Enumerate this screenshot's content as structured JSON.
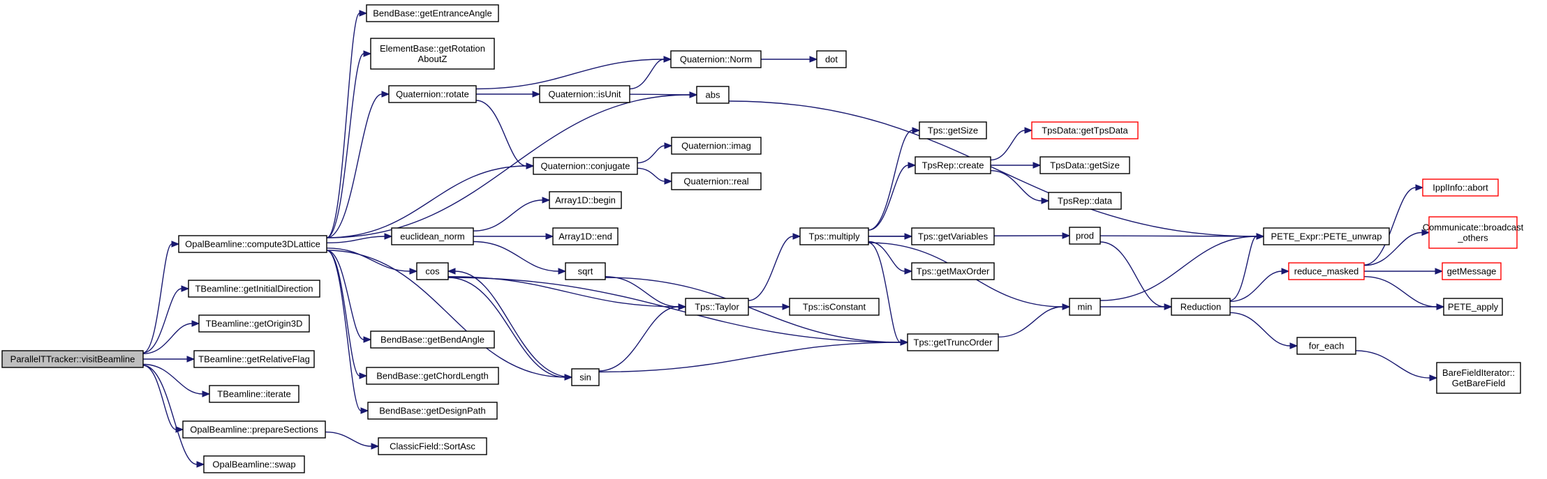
{
  "nodes": [
    {
      "id": "root",
      "lines": [
        "ParallelTTracker::visitBeamline"
      ],
      "root": true
    },
    {
      "id": "compute3d",
      "lines": [
        "OpalBeamline::compute3DLattice"
      ]
    },
    {
      "id": "getInitDir",
      "lines": [
        "TBeamline::getInitialDirection"
      ]
    },
    {
      "id": "getOrigin",
      "lines": [
        "TBeamline::getOrigin3D"
      ]
    },
    {
      "id": "getRelFlag",
      "lines": [
        "TBeamline::getRelativeFlag"
      ]
    },
    {
      "id": "iterate",
      "lines": [
        "TBeamline::iterate"
      ]
    },
    {
      "id": "prepSec",
      "lines": [
        "OpalBeamline::prepareSections"
      ]
    },
    {
      "id": "swap",
      "lines": [
        "OpalBeamline::swap"
      ]
    },
    {
      "id": "getEntrance",
      "lines": [
        "BendBase::getEntranceAngle"
      ]
    },
    {
      "id": "getRotZ",
      "lines": [
        "ElementBase::getRotation",
        "AboutZ"
      ]
    },
    {
      "id": "qrotate",
      "lines": [
        "Quaternion::rotate"
      ]
    },
    {
      "id": "qconj",
      "lines": [
        "Quaternion::conjugate"
      ]
    },
    {
      "id": "euclid",
      "lines": [
        "euclidean_norm"
      ]
    },
    {
      "id": "cos",
      "lines": [
        "cos"
      ]
    },
    {
      "id": "sin",
      "lines": [
        "sin"
      ]
    },
    {
      "id": "getBendAngle",
      "lines": [
        "BendBase::getBendAngle"
      ]
    },
    {
      "id": "getChord",
      "lines": [
        "BendBase::getChordLength"
      ]
    },
    {
      "id": "getDesign",
      "lines": [
        "BendBase::getDesignPath"
      ]
    },
    {
      "id": "sortAsc",
      "lines": [
        "ClassicField::SortAsc"
      ]
    },
    {
      "id": "qnorm",
      "lines": [
        "Quaternion::Norm"
      ]
    },
    {
      "id": "qisunit",
      "lines": [
        "Quaternion::isUnit"
      ]
    },
    {
      "id": "abs",
      "lines": [
        "abs"
      ]
    },
    {
      "id": "qimag",
      "lines": [
        "Quaternion::imag"
      ]
    },
    {
      "id": "qreal",
      "lines": [
        "Quaternion::real"
      ]
    },
    {
      "id": "abegin",
      "lines": [
        "Array1D::begin"
      ]
    },
    {
      "id": "aend",
      "lines": [
        "Array1D::end"
      ]
    },
    {
      "id": "sqrt",
      "lines": [
        "sqrt"
      ]
    },
    {
      "id": "dot",
      "lines": [
        "dot"
      ]
    },
    {
      "id": "taylor",
      "lines": [
        "Tps::Taylor"
      ]
    },
    {
      "id": "multiply",
      "lines": [
        "Tps::multiply"
      ]
    },
    {
      "id": "isConst",
      "lines": [
        "Tps::isConstant"
      ]
    },
    {
      "id": "truncOrder",
      "lines": [
        "Tps::getTruncOrder"
      ]
    },
    {
      "id": "tpsGetSize",
      "lines": [
        "Tps::getSize"
      ]
    },
    {
      "id": "repCreate",
      "lines": [
        "TpsRep::create"
      ]
    },
    {
      "id": "getVars",
      "lines": [
        "Tps::getVariables"
      ]
    },
    {
      "id": "getMaxOrder",
      "lines": [
        "Tps::getMaxOrder"
      ]
    },
    {
      "id": "getTpsData",
      "lines": [
        "TpsData::getTpsData"
      ],
      "truncated": true
    },
    {
      "id": "tdGetSize",
      "lines": [
        "TpsData::getSize"
      ]
    },
    {
      "id": "repData",
      "lines": [
        "TpsRep::data"
      ]
    },
    {
      "id": "prod",
      "lines": [
        "prod"
      ]
    },
    {
      "id": "min",
      "lines": [
        "min"
      ]
    },
    {
      "id": "reduction",
      "lines": [
        "Reduction"
      ]
    },
    {
      "id": "unwrap",
      "lines": [
        "PETE_Expr::PETE_unwrap"
      ]
    },
    {
      "id": "redMasked",
      "lines": [
        "reduce_masked"
      ],
      "truncated": true
    },
    {
      "id": "forEach",
      "lines": [
        "for_each"
      ]
    },
    {
      "id": "ipplAbort",
      "lines": [
        "IpplInfo::abort"
      ],
      "truncated": true
    },
    {
      "id": "bcast",
      "lines": [
        "Communicate::broadcast",
        "_others"
      ],
      "truncated": true
    },
    {
      "id": "getMsg",
      "lines": [
        "getMessage"
      ],
      "truncated": true
    },
    {
      "id": "peteApply",
      "lines": [
        "PETE_apply"
      ]
    },
    {
      "id": "bareField",
      "lines": [
        "BareFieldIterator::",
        "GetBareField"
      ]
    }
  ],
  "edges": [
    [
      "root",
      "compute3d"
    ],
    [
      "root",
      "getInitDir"
    ],
    [
      "root",
      "getOrigin"
    ],
    [
      "root",
      "getRelFlag"
    ],
    [
      "root",
      "iterate"
    ],
    [
      "root",
      "prepSec"
    ],
    [
      "root",
      "swap"
    ],
    [
      "compute3d",
      "getEntrance"
    ],
    [
      "compute3d",
      "getRotZ"
    ],
    [
      "compute3d",
      "qrotate"
    ],
    [
      "compute3d",
      "abs"
    ],
    [
      "compute3d",
      "qconj"
    ],
    [
      "compute3d",
      "euclid"
    ],
    [
      "compute3d",
      "cos"
    ],
    [
      "compute3d",
      "sin"
    ],
    [
      "compute3d",
      "getBendAngle"
    ],
    [
      "compute3d",
      "getChord"
    ],
    [
      "compute3d",
      "getDesign"
    ],
    [
      "prepSec",
      "sortAsc"
    ],
    [
      "qrotate",
      "qnorm"
    ],
    [
      "qrotate",
      "qisunit"
    ],
    [
      "qrotate",
      "qconj"
    ],
    [
      "qisunit",
      "qnorm"
    ],
    [
      "qisunit",
      "abs"
    ],
    [
      "qnorm",
      "dot"
    ],
    [
      "qconj",
      "qimag"
    ],
    [
      "qconj",
      "qreal"
    ],
    [
      "euclid",
      "abegin"
    ],
    [
      "euclid",
      "aend"
    ],
    [
      "euclid",
      "sqrt"
    ],
    [
      "sqrt",
      "taylor"
    ],
    [
      "sqrt",
      "truncOrder"
    ],
    [
      "cos",
      "taylor"
    ],
    [
      "cos",
      "truncOrder"
    ],
    [
      "cos",
      "sin"
    ],
    [
      "sin",
      "taylor"
    ],
    [
      "sin",
      "truncOrder"
    ],
    [
      "sin",
      "cos"
    ],
    [
      "taylor",
      "multiply"
    ],
    [
      "taylor",
      "isConst"
    ],
    [
      "multiply",
      "tpsGetSize"
    ],
    [
      "multiply",
      "repCreate"
    ],
    [
      "multiply",
      "getVars"
    ],
    [
      "multiply",
      "getMaxOrder"
    ],
    [
      "multiply",
      "truncOrder"
    ],
    [
      "multiply",
      "prod"
    ],
    [
      "multiply",
      "min"
    ],
    [
      "repCreate",
      "getTpsData"
    ],
    [
      "repCreate",
      "tdGetSize"
    ],
    [
      "repCreate",
      "repData"
    ],
    [
      "truncOrder",
      "min"
    ],
    [
      "abs",
      "unwrap"
    ],
    [
      "prod",
      "unwrap"
    ],
    [
      "prod",
      "reduction"
    ],
    [
      "min",
      "unwrap"
    ],
    [
      "min",
      "reduction"
    ],
    [
      "reduction",
      "unwrap"
    ],
    [
      "reduction",
      "redMasked"
    ],
    [
      "reduction",
      "peteApply"
    ],
    [
      "reduction",
      "forEach"
    ],
    [
      "redMasked",
      "ipplAbort"
    ],
    [
      "redMasked",
      "bcast"
    ],
    [
      "redMasked",
      "getMsg"
    ],
    [
      "redMasked",
      "peteApply"
    ],
    [
      "forEach",
      "bareField"
    ]
  ]
}
